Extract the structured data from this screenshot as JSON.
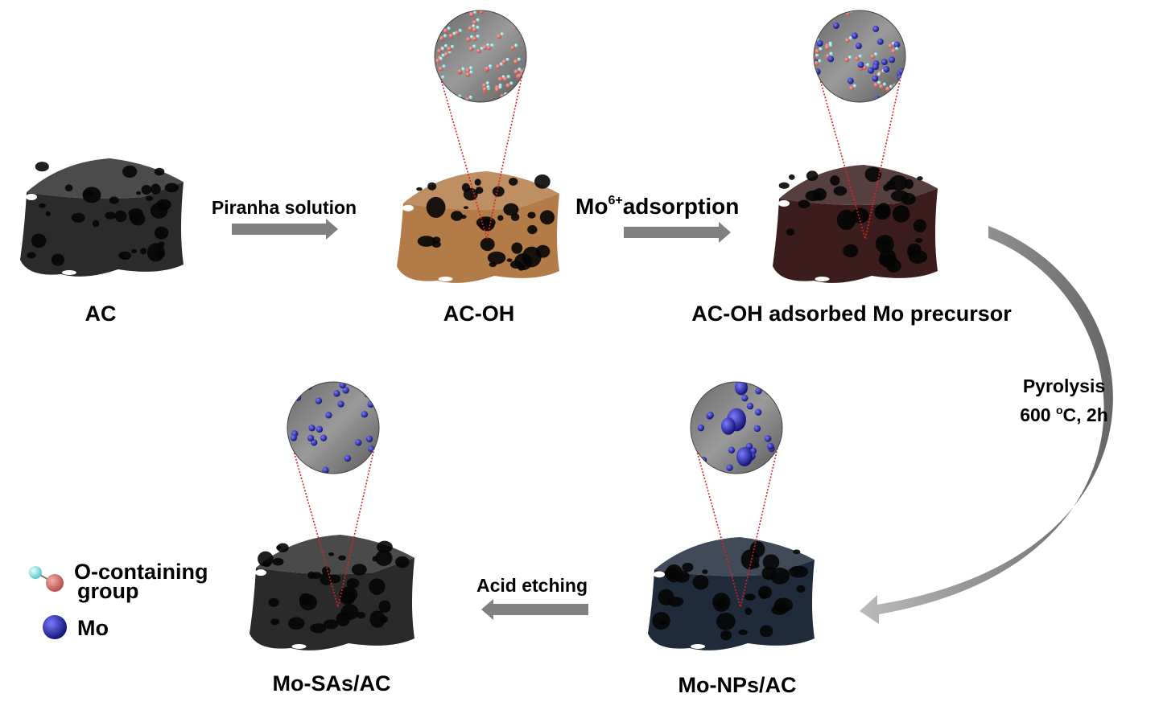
{
  "labels": {
    "ac": "AC",
    "ac_oh": "AC-OH",
    "precursor": "AC-OH adsorbed Mo precursor",
    "mo_sas": "Mo-SAs/AC",
    "mo_nps": "Mo-NPs/AC"
  },
  "steps": {
    "piranha": "Piranha solution",
    "mo_prefix": "Mo",
    "mo_sup": "6+",
    "mo_suffix": "adsorption",
    "pyrolysis": "Pyrolysis",
    "pyro_temp": "600",
    "pyro_deg": "o",
    "pyro_rest": "C, 2h",
    "acid": "Acid etching"
  },
  "legend": {
    "o_group_line1": "O-containing",
    "o_group_line2": "group",
    "mo": "Mo"
  },
  "colors": {
    "ac": "#2b2b2b",
    "ac_oh": "#b27b47",
    "precursor": "#3b1d1d",
    "mo_sas": "#2a2a2a",
    "mo_nps": "#1f2a3b",
    "arrow": "#808080",
    "o_atom": "#d06b66",
    "h_atom": "#8fe3e6",
    "mo_atom": "#2a2a9a",
    "zoom_line": "#e02020"
  }
}
